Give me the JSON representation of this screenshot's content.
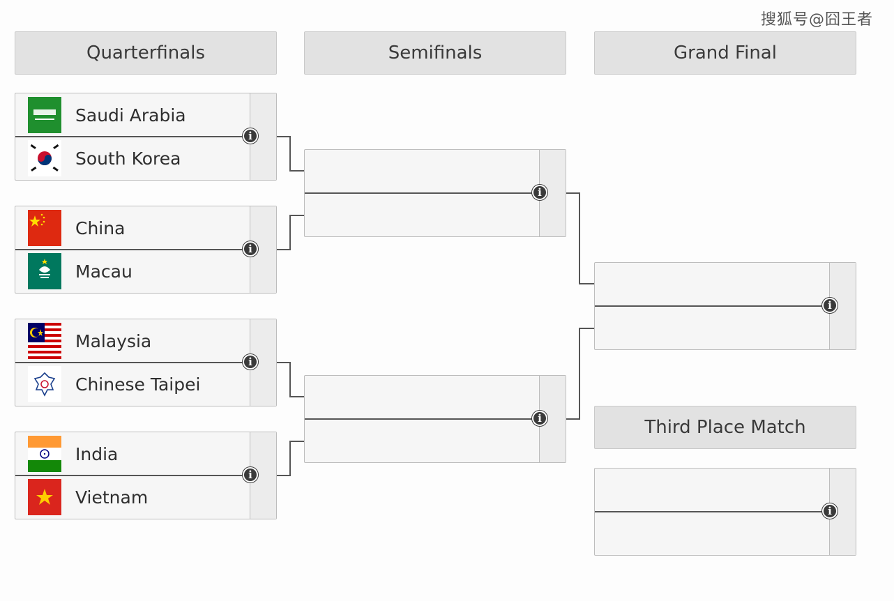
{
  "watermark": "搜狐号@囧王者",
  "headers": {
    "quarterfinals": "Quarterfinals",
    "semifinals": "Semifinals",
    "grand_final": "Grand Final",
    "third_place": "Third Place Match"
  },
  "quarterfinals": [
    {
      "top": {
        "name": "Saudi Arabia",
        "flag": "saudi-arabia-flag-icon"
      },
      "bottom": {
        "name": "South Korea",
        "flag": "south-korea-flag-icon"
      }
    },
    {
      "top": {
        "name": "China",
        "flag": "china-flag-icon"
      },
      "bottom": {
        "name": "Macau",
        "flag": "macau-flag-icon"
      }
    },
    {
      "top": {
        "name": "Malaysia",
        "flag": "malaysia-flag-icon"
      },
      "bottom": {
        "name": "Chinese Taipei",
        "flag": "chinese-taipei-flag-icon"
      }
    },
    {
      "top": {
        "name": "India",
        "flag": "india-flag-icon"
      },
      "bottom": {
        "name": "Vietnam",
        "flag": "vietnam-flag-icon"
      }
    }
  ],
  "info_icon_glyph": "i",
  "colors": {
    "header_bg": "#e2e2e2",
    "match_bg": "#f6f6f6",
    "line": "#555555"
  }
}
